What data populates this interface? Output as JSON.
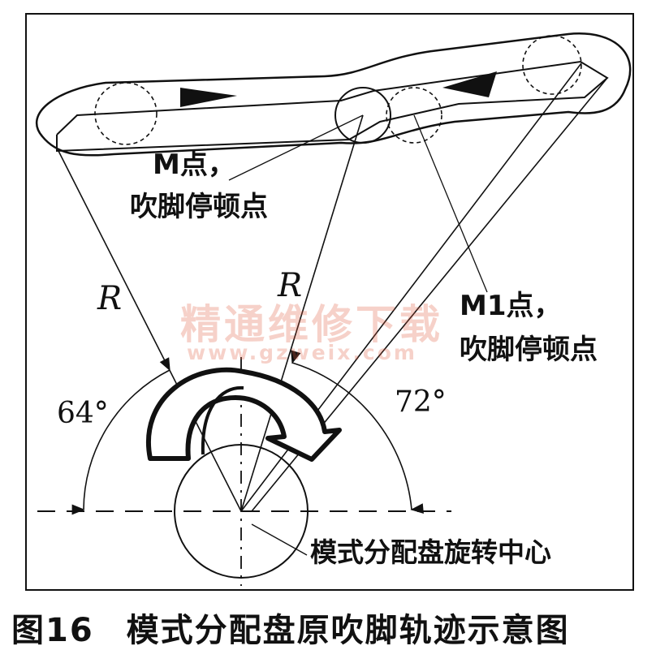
{
  "labels": {
    "m_point_line1": "M点，",
    "m_point_line2": "吹脚停顿点",
    "m1_point_line1": "M1点，",
    "m1_point_line2": "吹脚停顿点",
    "radius_left": "R",
    "radius_right": "R",
    "angle_left": "64°",
    "angle_right": "72°",
    "center_label": "模式分配盘旋转中心"
  },
  "watermark": {
    "title": "精通维修下载",
    "url": "www.gzweix.com"
  },
  "caption": {
    "number": "图16",
    "text": "模式分配盘原吹脚轨迹示意图"
  },
  "colors": {
    "ink": "#111111",
    "background": "#ffffff",
    "watermark": "#e05a3c"
  }
}
